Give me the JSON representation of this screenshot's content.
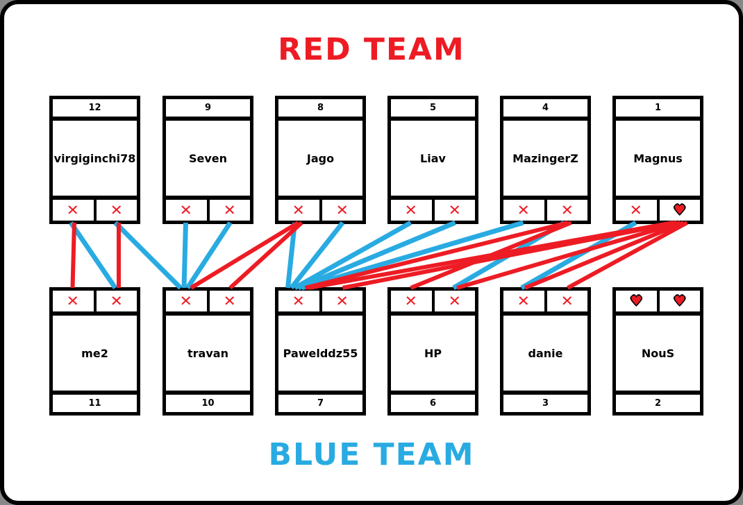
{
  "page": {
    "red_title": "RED TEAM",
    "blue_title": "BLUE TEAM"
  },
  "colors": {
    "red": "#ed1c24",
    "blue": "#29abe2",
    "border": "#000000",
    "background": "#ffffff"
  },
  "glyphs": {
    "eliminated": "✕",
    "life": "♥"
  },
  "red_team": [
    {
      "number": "12",
      "name": "virgiginchi78",
      "slots": [
        "x",
        "x"
      ]
    },
    {
      "number": "9",
      "name": "Seven",
      "slots": [
        "x",
        "x"
      ]
    },
    {
      "number": "8",
      "name": "Jago",
      "slots": [
        "x",
        "x"
      ]
    },
    {
      "number": "5",
      "name": "Liav",
      "slots": [
        "x",
        "x"
      ]
    },
    {
      "number": "4",
      "name": "MazingerZ",
      "slots": [
        "x",
        "x"
      ]
    },
    {
      "number": "1",
      "name": "Magnus",
      "slots": [
        "x",
        "heart"
      ]
    }
  ],
  "blue_team": [
    {
      "number": "11",
      "name": "me2",
      "slots": [
        "x",
        "x"
      ]
    },
    {
      "number": "10",
      "name": "travan",
      "slots": [
        "x",
        "x"
      ]
    },
    {
      "number": "7",
      "name": "Pawelddz55",
      "slots": [
        "x",
        "x"
      ]
    },
    {
      "number": "6",
      "name": "HP",
      "slots": [
        "x",
        "x"
      ]
    },
    {
      "number": "3",
      "name": "danie",
      "slots": [
        "x",
        "x"
      ]
    },
    {
      "number": "2",
      "name": "NouS",
      "slots": [
        "heart",
        "heart"
      ]
    }
  ],
  "connections": [
    {
      "color": "blue",
      "top": "virgiginchi78",
      "top_slot": 0,
      "bottom": "me2",
      "bottom_slot": 1
    },
    {
      "color": "blue",
      "top": "virgiginchi78",
      "top_slot": 1,
      "bottom": "travan",
      "bottom_slot": 0
    },
    {
      "color": "blue",
      "top": "Seven",
      "top_slot": 0,
      "bottom": "travan",
      "bottom_slot": 0
    },
    {
      "color": "blue",
      "top": "Seven",
      "top_slot": 1,
      "bottom": "travan",
      "bottom_slot": 0
    },
    {
      "color": "blue",
      "top": "Jago",
      "top_slot": 0,
      "bottom": "Pawelddz55",
      "bottom_slot": 0
    },
    {
      "color": "blue",
      "top": "Jago",
      "top_slot": 1,
      "bottom": "Pawelddz55",
      "bottom_slot": 0
    },
    {
      "color": "blue",
      "top": "Liav",
      "top_slot": 0,
      "bottom": "Pawelddz55",
      "bottom_slot": 0
    },
    {
      "color": "blue",
      "top": "Liav",
      "top_slot": 1,
      "bottom": "Pawelddz55",
      "bottom_slot": 0
    },
    {
      "color": "blue",
      "top": "MazingerZ",
      "top_slot": 0,
      "bottom": "Pawelddz55",
      "bottom_slot": 0
    },
    {
      "color": "blue",
      "top": "MazingerZ",
      "top_slot": 1,
      "bottom": "HP",
      "bottom_slot": 1
    },
    {
      "color": "blue",
      "top": "Magnus",
      "top_slot": 0,
      "bottom": "danie",
      "bottom_slot": 0
    },
    {
      "color": "red",
      "top": "virgiginchi78",
      "top_slot": 0,
      "bottom": "me2",
      "bottom_slot": 0
    },
    {
      "color": "red",
      "top": "virgiginchi78",
      "top_slot": 1,
      "bottom": "me2",
      "bottom_slot": 1
    },
    {
      "color": "red",
      "top": "Jago",
      "top_slot": 0,
      "bottom": "travan",
      "bottom_slot": 0
    },
    {
      "color": "red",
      "top": "Jago",
      "top_slot": 0,
      "bottom": "travan",
      "bottom_slot": 1
    },
    {
      "color": "red",
      "top": "MazingerZ",
      "top_slot": 1,
      "bottom": "Pawelddz55",
      "bottom_slot": 0
    },
    {
      "color": "red",
      "top": "MazingerZ",
      "top_slot": 1,
      "bottom": "HP",
      "bottom_slot": 0
    },
    {
      "color": "red",
      "top": "Magnus",
      "top_slot": 1,
      "bottom": "Pawelddz55",
      "bottom_slot": 0
    },
    {
      "color": "red",
      "top": "Magnus",
      "top_slot": 1,
      "bottom": "Pawelddz55",
      "bottom_slot": 1
    },
    {
      "color": "red",
      "top": "Magnus",
      "top_slot": 1,
      "bottom": "HP",
      "bottom_slot": 1
    },
    {
      "color": "red",
      "top": "Magnus",
      "top_slot": 1,
      "bottom": "danie",
      "bottom_slot": 0
    },
    {
      "color": "red",
      "top": "Magnus",
      "top_slot": 1,
      "bottom": "danie",
      "bottom_slot": 1
    }
  ]
}
